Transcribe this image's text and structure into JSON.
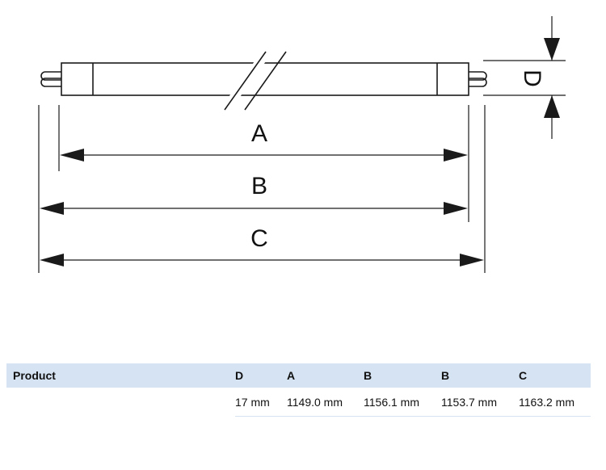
{
  "diagram": {
    "dimension_labels": {
      "a": "A",
      "b": "B",
      "c": "C",
      "d": "D"
    }
  },
  "table": {
    "headers": [
      "Product",
      "D",
      "A",
      "B",
      "B",
      "C"
    ],
    "rows": [
      [
        "",
        "17 mm",
        "1149.0 mm",
        "1156.1 mm",
        "1153.7 mm",
        "1163.2 mm"
      ]
    ]
  }
}
